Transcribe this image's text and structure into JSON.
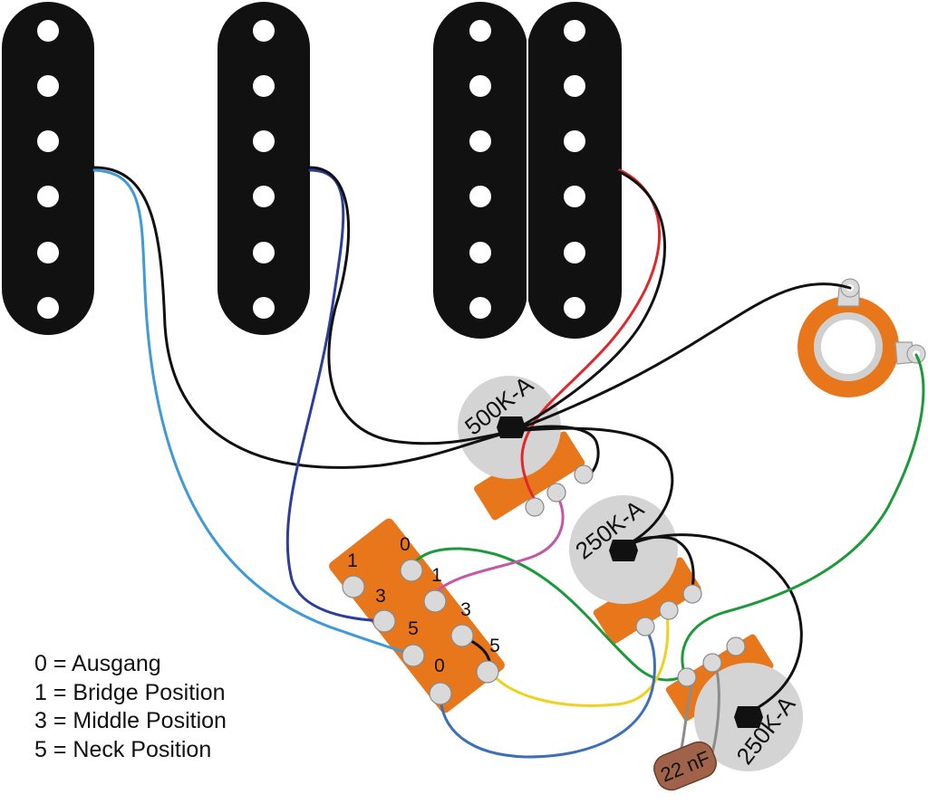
{
  "colors": {
    "pickup": "#111111",
    "pole": "#ffffff",
    "pot_body": "#d4d4d4",
    "tab_orange": "#e8771c",
    "cap": "#a0634a",
    "wire_black": "#111111",
    "wire_light_blue": "#3f9ad6",
    "wire_dark_blue": "#2b3f9a",
    "wire_red": "#e0282b",
    "wire_green": "#1c9a3a",
    "wire_pink": "#c457a6",
    "wire_yellow": "#f0d21c",
    "wire_mid_blue": "#3d6fb8",
    "wire_grey": "#8c8c8c"
  },
  "pots": {
    "volume": {
      "label": "500K-A"
    },
    "tone1": {
      "label": "250K-A"
    },
    "tone2": {
      "label": "250K-A"
    }
  },
  "capacitor": {
    "label": "22 nF"
  },
  "switch": {
    "labels": [
      "1",
      "3",
      "5",
      "0",
      "1",
      "3",
      "5",
      "0"
    ]
  },
  "legend": {
    "lines": [
      "0 = Ausgang",
      "1 = Bridge Position",
      "3 = Middle Position",
      "5 = Neck Position"
    ]
  }
}
